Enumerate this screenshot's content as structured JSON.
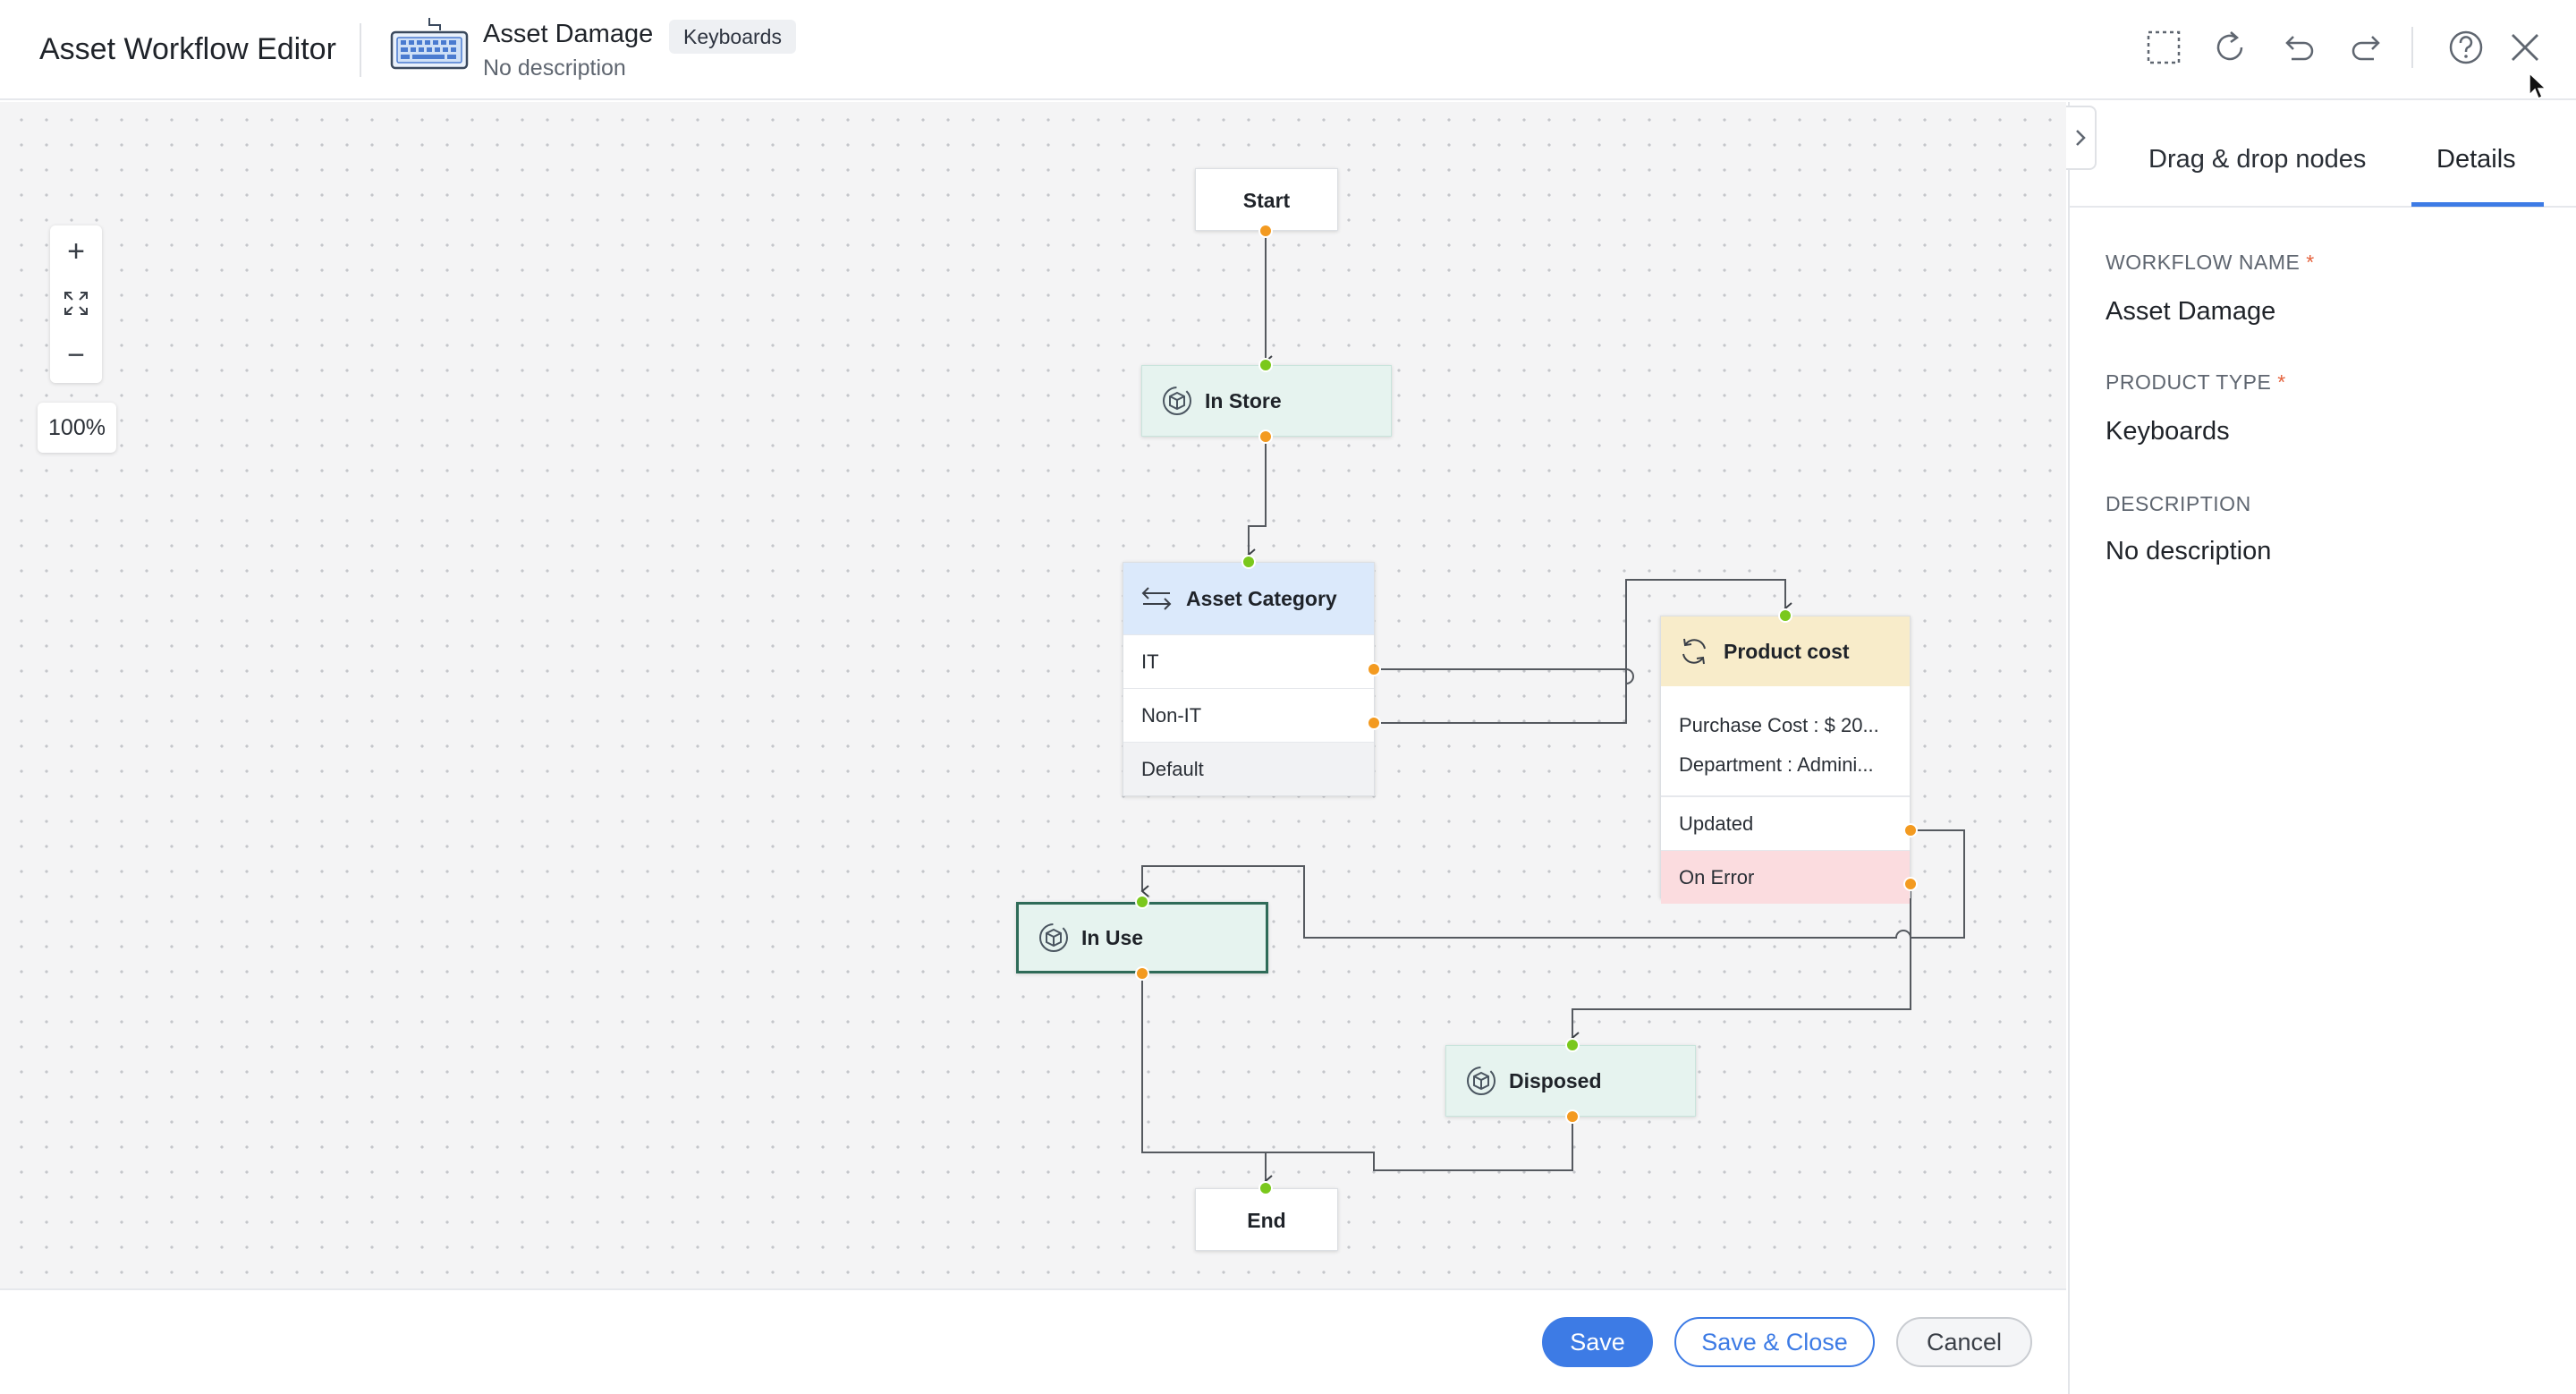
{
  "header": {
    "app_title": "Asset Workflow Editor",
    "workflow_name": "Asset Damage",
    "product_badge": "Keyboards",
    "description": "No description",
    "icons": [
      "selection-icon",
      "refresh-icon",
      "undo-icon",
      "redo-icon",
      "help-icon",
      "close-icon"
    ]
  },
  "canvas": {
    "zoom_level": "100%",
    "zoom_in": "+",
    "zoom_out": "−",
    "nodes": {
      "start": "Start",
      "in_store": "In Store",
      "asset_category": {
        "title": "Asset Category",
        "rows": [
          "IT",
          "Non-IT",
          "Default"
        ]
      },
      "product_cost": {
        "title": "Product cost",
        "lines": [
          "Purchase Cost : $ 20...",
          "Department : Admini..."
        ],
        "outcomes": [
          "Updated",
          "On Error"
        ]
      },
      "in_use": "In Use",
      "disposed": "Disposed",
      "end": "End"
    },
    "colors": {
      "connector_in": "#7ac81c",
      "connector_out": "#f39a20",
      "state_bg": "#e6f3ef",
      "condition_bg": "#dbe9fb",
      "action_bg": "#f8ecca",
      "error_bg": "#fbdcdf"
    }
  },
  "footer": {
    "save": "Save",
    "save_close": "Save & Close",
    "cancel": "Cancel"
  },
  "panel": {
    "tabs": [
      {
        "label": "Drag & drop nodes",
        "active": false
      },
      {
        "label": "Details",
        "active": true
      }
    ],
    "fields": [
      {
        "label": "WORKFLOW NAME",
        "required": "*",
        "value": "Asset Damage"
      },
      {
        "label": "PRODUCT TYPE",
        "required": "*",
        "value": "Keyboards"
      },
      {
        "label": "DESCRIPTION",
        "required": "",
        "value": "No description"
      }
    ]
  }
}
